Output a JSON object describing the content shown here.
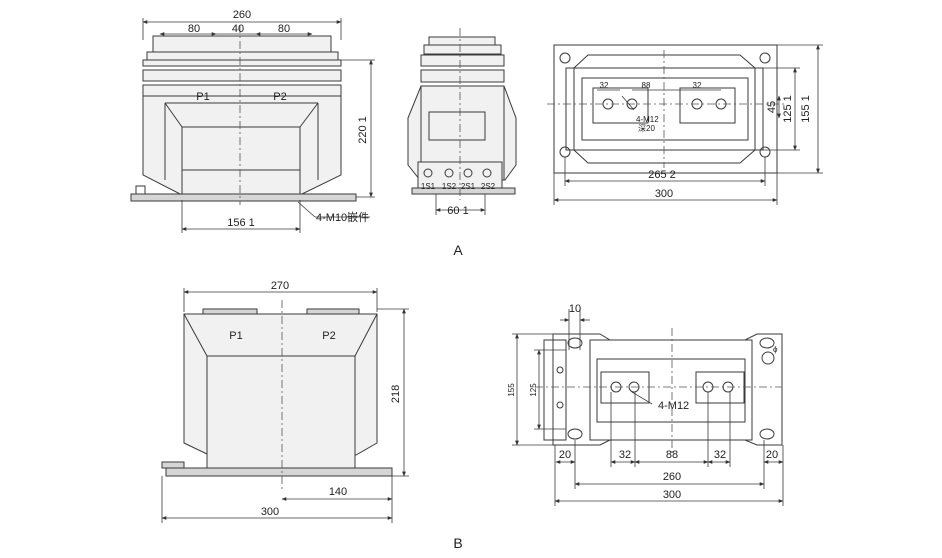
{
  "view_a": {
    "caption": "A",
    "front": {
      "dim_top": "260",
      "dim_left": "80",
      "dim_mid": "40",
      "dim_right": "80",
      "label_p1": "P1",
      "label_p2": "P2",
      "dim_height": "220 1",
      "dim_bottom": "156 1",
      "callout_bolt": "4-M10嵌件"
    },
    "side": {
      "terminal_1": "1S1",
      "terminal_2": "1S2",
      "terminal_3": "2S1",
      "terminal_4": "2S2",
      "dim_bottom": "60 1"
    },
    "top": {
      "dim_left": "32",
      "dim_mid": "88",
      "dim_right": "32",
      "callout_thread": "4-M12",
      "callout_depth": "深20",
      "dim_45": "45",
      "dim_125": "125 1",
      "dim_155": "155 1",
      "dim_265": "265 2",
      "dim_300": "300"
    }
  },
  "view_b": {
    "caption": "B",
    "front": {
      "dim_top": "270",
      "label_p1": "P1",
      "label_p2": "P2",
      "dim_height": "218",
      "dim_140": "140",
      "dim_300": "300"
    },
    "top": {
      "dim_10": "10",
      "dim_155": "155",
      "dim_125": "125",
      "callout_thread": "4-M12",
      "dim_20_left": "20",
      "dim_32_left": "32",
      "dim_88": "88",
      "dim_32_right": "32",
      "dim_20_right": "20",
      "dim_260": "260",
      "dim_300": "300",
      "phi_mark": "ϕ"
    }
  }
}
